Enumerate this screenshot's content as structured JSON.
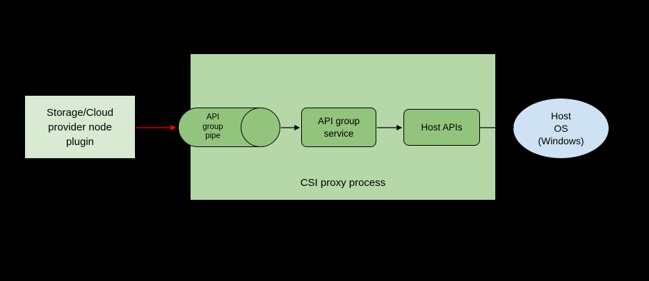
{
  "diagram": {
    "background": "#000000",
    "nodes": {
      "plugin": {
        "label": "Storage/Cloud\nprovider node\nplugin",
        "fill": "#d9ead3",
        "border": "#000000",
        "shape": "rectangle"
      },
      "proxy": {
        "label": "CSI proxy process",
        "fill": "#b6d7a8",
        "border": "#000000",
        "shape": "rectangle"
      },
      "pipe": {
        "label": "API\ngroup\npipe",
        "fill": "#93c47d",
        "border": "#000000",
        "shape": "horizontal-pipe-cylinder"
      },
      "service": {
        "label": "API group\nservice",
        "fill": "#93c47d",
        "border": "#000000",
        "shape": "rounded-rectangle"
      },
      "host_apis": {
        "label": "Host APIs",
        "fill": "#93c47d",
        "border": "#000000",
        "shape": "rounded-rectangle"
      },
      "host_os": {
        "label": "Host\nOS\n(Windows)",
        "fill": "#cfe2f3",
        "border": "#000000",
        "shape": "ellipse"
      }
    },
    "edges": [
      {
        "from": "plugin",
        "to": "pipe",
        "color": "#ff0000",
        "arrowhead": true
      },
      {
        "from": "pipe",
        "to": "service",
        "color": "#000000",
        "arrowhead": true
      },
      {
        "from": "service",
        "to": "host_apis",
        "color": "#000000",
        "arrowhead": true
      },
      {
        "from": "host_apis",
        "to": "host_os",
        "color": "#000000",
        "arrowhead": false
      }
    ]
  }
}
